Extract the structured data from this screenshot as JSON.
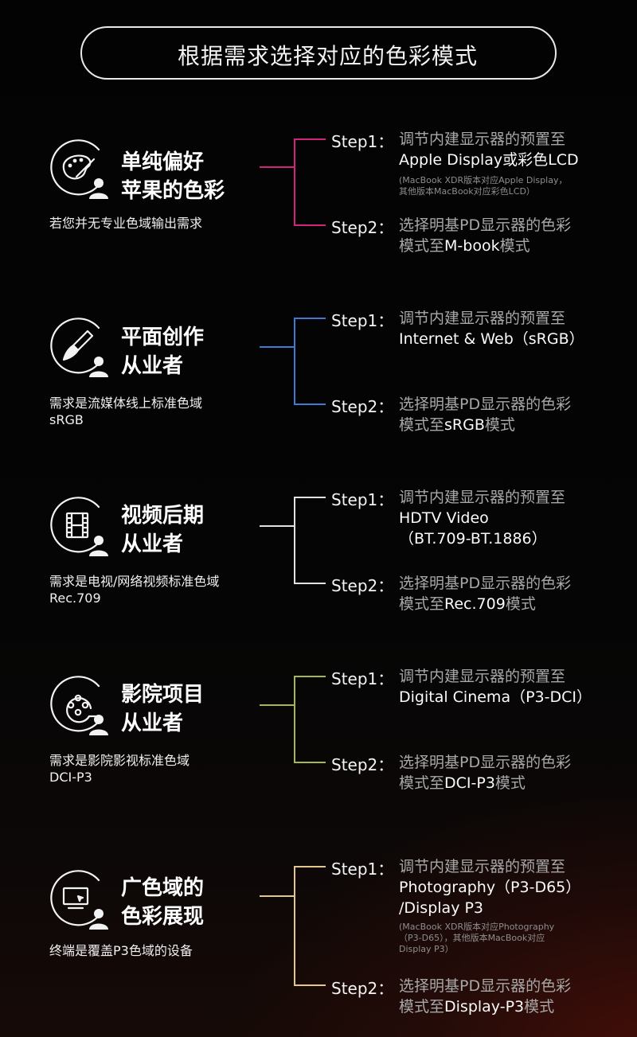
{
  "title": "根据需求选择对应的色彩模式",
  "colors": {
    "background": "#050505",
    "text_primary": "#fafafa",
    "text_secondary": "#a8a8a8",
    "bracket_magenta": "#d4237a",
    "bracket_blue": "#3a7bd5",
    "bracket_white": "#e2e2e2",
    "bracket_green": "#a6b84a",
    "bracket_gold": "#e3c68c"
  },
  "sections": [
    {
      "icon": "palette-user-icon",
      "heading_line1": "单纯偏好",
      "heading_line2": "苹果的色彩",
      "desc_line1": "若您并无专业色域输出需求",
      "desc_line2": "",
      "bracket_color": "#d4237a",
      "step1": {
        "label": "Step1：",
        "intro": "调节内建显示器的预置至",
        "value_line1": "Apple Display或彩色LCD",
        "value_line2": "",
        "note_line1": "(MacBook XDR版本对应Apple Display，",
        "note_line2": "其他版本MacBook对应彩色LCD）",
        "note_line3": ""
      },
      "step2": {
        "label": "Step2：",
        "line1": "选择明基PD显示器的色彩",
        "line2_prefix": "模式至",
        "line2_mode": "M-book",
        "line2_suffix": "模式"
      }
    },
    {
      "icon": "brush-user-icon",
      "heading_line1": "平面创作",
      "heading_line2": "从业者",
      "desc_line1": "需求是流媒体线上标准色域",
      "desc_line2": "sRGB",
      "bracket_color": "#3a7bd5",
      "step1": {
        "label": "Step1：",
        "intro": "调节内建显示器的预置至",
        "value_line1": "Internet & Web（sRGB）",
        "value_line2": "",
        "note_line1": "",
        "note_line2": "",
        "note_line3": ""
      },
      "step2": {
        "label": "Step2：",
        "line1": "选择明基PD显示器的色彩",
        "line2_prefix": "模式至",
        "line2_mode": "sRGB",
        "line2_suffix": "模式"
      }
    },
    {
      "icon": "film-user-icon",
      "heading_line1": "视频后期",
      "heading_line2": "从业者",
      "desc_line1": "需求是电视/网络视频标准色域",
      "desc_line2": "Rec.709",
      "bracket_color": "#e2e2e2",
      "step1": {
        "label": "Step1：",
        "intro": "调节内建显示器的预置至",
        "value_line1": "HDTV Video",
        "value_line2": "（BT.709-BT.1886）",
        "note_line1": "",
        "note_line2": "",
        "note_line3": ""
      },
      "step2": {
        "label": "Step2：",
        "line1": "选择明基PD显示器的色彩",
        "line2_prefix": "模式至",
        "line2_mode": "Rec.709",
        "line2_suffix": "模式"
      }
    },
    {
      "icon": "film-reel-user-icon",
      "heading_line1": "影院项目",
      "heading_line2": "从业者",
      "desc_line1": "需求是影院影视标准色域",
      "desc_line2": "DCI-P3",
      "bracket_color": "#a6b84a",
      "step1": {
        "label": "Step1：",
        "intro": "调节内建显示器的预置至",
        "value_line1": "Digital Cinema（P3-DCI）",
        "value_line2": "",
        "note_line1": "",
        "note_line2": "",
        "note_line3": ""
      },
      "step2": {
        "label": "Step2：",
        "line1": "选择明基PD显示器的色彩",
        "line2_prefix": "模式至",
        "line2_mode": "DCI-P3",
        "line2_suffix": "模式"
      }
    },
    {
      "icon": "monitor-user-icon",
      "heading_line1": "广色域的",
      "heading_line2": "色彩展现",
      "desc_line1": "终端是覆盖P3色域的设备",
      "desc_line2": "",
      "bracket_color": "#e3c68c",
      "step1": {
        "label": "Step1：",
        "intro": "调节内建显示器的预置至",
        "value_line1": "Photography（P3-D65）",
        "value_line2": "/Display P3",
        "note_line1": "(MacBook XDR版本对应Photography",
        "note_line2": "（P3-D65），其他版本MacBook对应",
        "note_line3": "Display P3）"
      },
      "step2": {
        "label": "Step2：",
        "line1": "选择明基PD显示器的色彩",
        "line2_prefix": "模式至",
        "line2_mode": "Display-P3",
        "line2_suffix": "模式"
      }
    }
  ]
}
